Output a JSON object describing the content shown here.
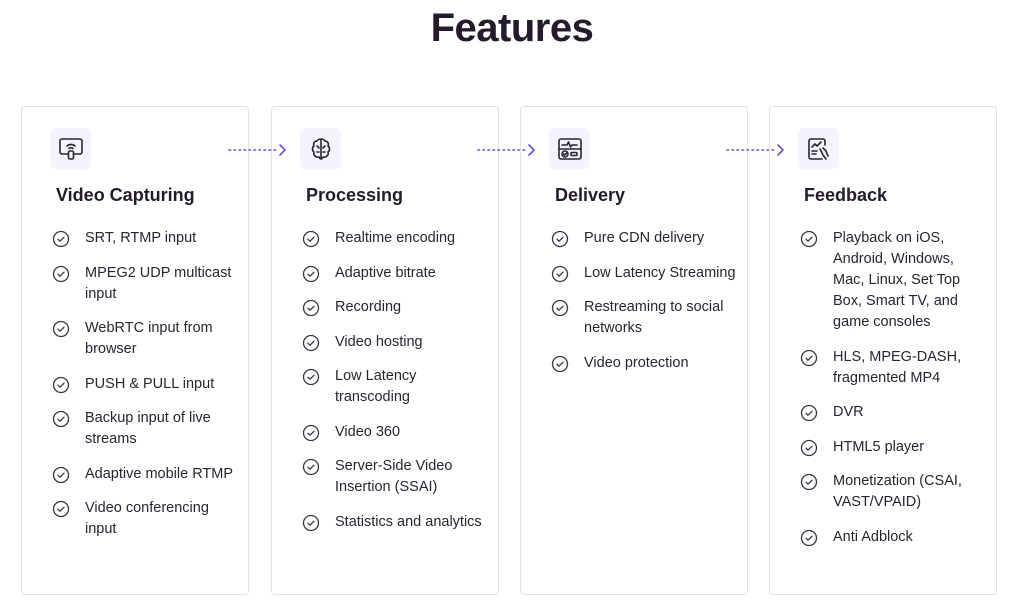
{
  "title": "Features",
  "accent_color": "#6a4fd8",
  "columns": [
    {
      "title": "Video Capturing",
      "icon": "wireless-screen-icon",
      "items": [
        "SRT, RTMP input",
        "MPEG2 UDP multicast input",
        "WebRTC input from browser",
        "PUSH & PULL input",
        "Backup input of live streams",
        "Adaptive mobile RTMP",
        "Video conferencing input"
      ]
    },
    {
      "title": "Processing",
      "icon": "brain-icon",
      "items": [
        "Realtime encoding",
        "Adaptive bitrate",
        "Recording",
        "Video hosting",
        "Low Latency transcoding",
        "Video 360",
        "Server-Side Video Insertion (SSAI)",
        "Statistics and analytics"
      ]
    },
    {
      "title": "Delivery",
      "icon": "monitor-check-icon",
      "items": [
        "Pure CDN delivery",
        "Low Latency Streaming",
        "Restreaming to social networks",
        "Video protection"
      ]
    },
    {
      "title": "Feedback",
      "icon": "touch-chart-icon",
      "items": [
        "Playback on iOS, Android, Windows, Mac, Linux, Set Top Box, Smart TV, and game consoles",
        "HLS, MPEG-DASH, fragmented MP4",
        "DVR",
        "HTML5 player",
        "Monetization (CSAI, VAST/VPAID)",
        "Anti Adblock"
      ]
    }
  ]
}
